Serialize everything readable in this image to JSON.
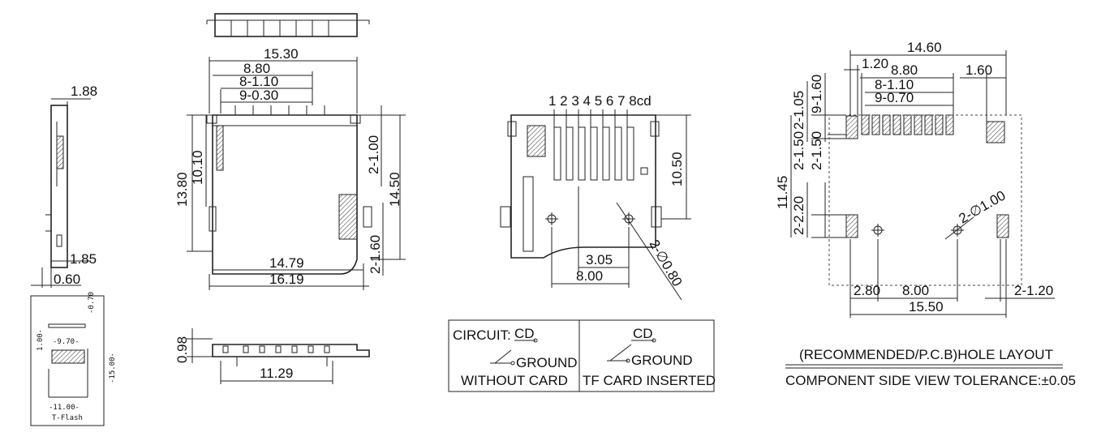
{
  "side_view": {
    "d1": "1.88",
    "d2": "1.85",
    "d3": "0.60"
  },
  "card_view": {
    "d1": "-0.70",
    "d2": "-9.70-",
    "d3": "1.00-",
    "d4": "-15.00-",
    "d5": "-11.00-",
    "label": "T-Flash"
  },
  "top_view": {
    "d_width": "15.30",
    "d_pitch": "8.80",
    "d_pins": "8-1.10",
    "d_pinw": "9-0.30",
    "d_h1": "13.80",
    "d_h2": "10.10",
    "d_right1": "2-1.00",
    "d_right2": "14.50",
    "d_right3": "2-1.60",
    "d_b1": "14.79",
    "d_b2": "16.19"
  },
  "front_view": {
    "d_h": "0.98",
    "d_w": "11.29"
  },
  "bottom_view": {
    "pins": "1 2 3 4 5 6 7 8cd",
    "d_h": "10.50",
    "d_hole": "2-∅0.80",
    "d_a": "3.05",
    "d_b": "8.00"
  },
  "circuit": {
    "label": "CIRCUIT:",
    "cd_left": "CD",
    "gnd_left": "GROUND",
    "caption_left": "WITHOUT CARD",
    "cd_right": "CD",
    "gnd_right": "GROUND",
    "caption_right": "TF CARD INSERTED"
  },
  "pcb": {
    "d_w": "14.60",
    "d_120": "1.20",
    "d_880": "8.80",
    "d_160": "1.60",
    "d_8110": "8-1.10",
    "d_9070": "9-0.70",
    "d_v105": "2-1.05",
    "d_v160": "9-1.60",
    "d_v1145": "11.45",
    "d_v150a": "2-1.50",
    "d_v150b": "2-1.50",
    "d_v220": "2-2.20",
    "d_hole": "2-∅1.00",
    "d_280": "2.80",
    "d_800": "8.00",
    "d_1550": "15.50",
    "d_2120": "2-1.20",
    "title1": "(RECOMMENDED/P.C.B)HOLE LAYOUT",
    "title2": "COMPONENT SIDE VIEW TOLERANCE:±0.05"
  }
}
